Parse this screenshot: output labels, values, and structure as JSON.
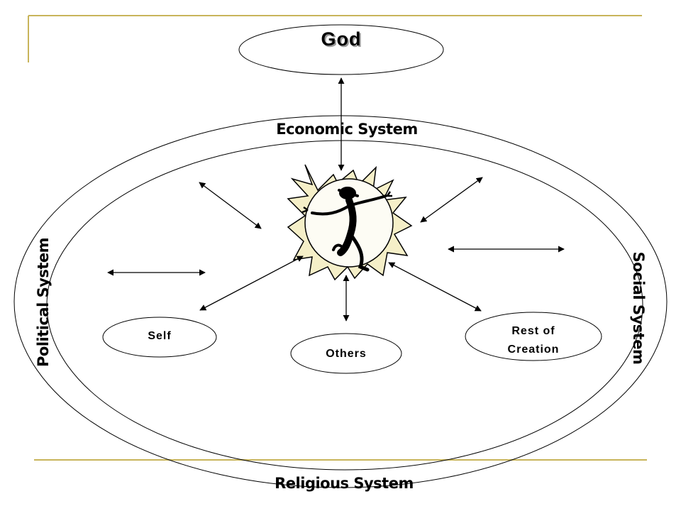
{
  "god_label": "God",
  "systems": {
    "economic": "Economic System",
    "political": "Political System",
    "social": "Social System",
    "religious": "Religious System"
  },
  "nodes": {
    "self": "Self",
    "others": "Others",
    "rest_line1": "Rest of",
    "rest_line2": "Creation"
  },
  "colors": {
    "accent_rule": "#c8b45a",
    "burst_fill": "#f5efc8",
    "stroke": "#000000"
  }
}
